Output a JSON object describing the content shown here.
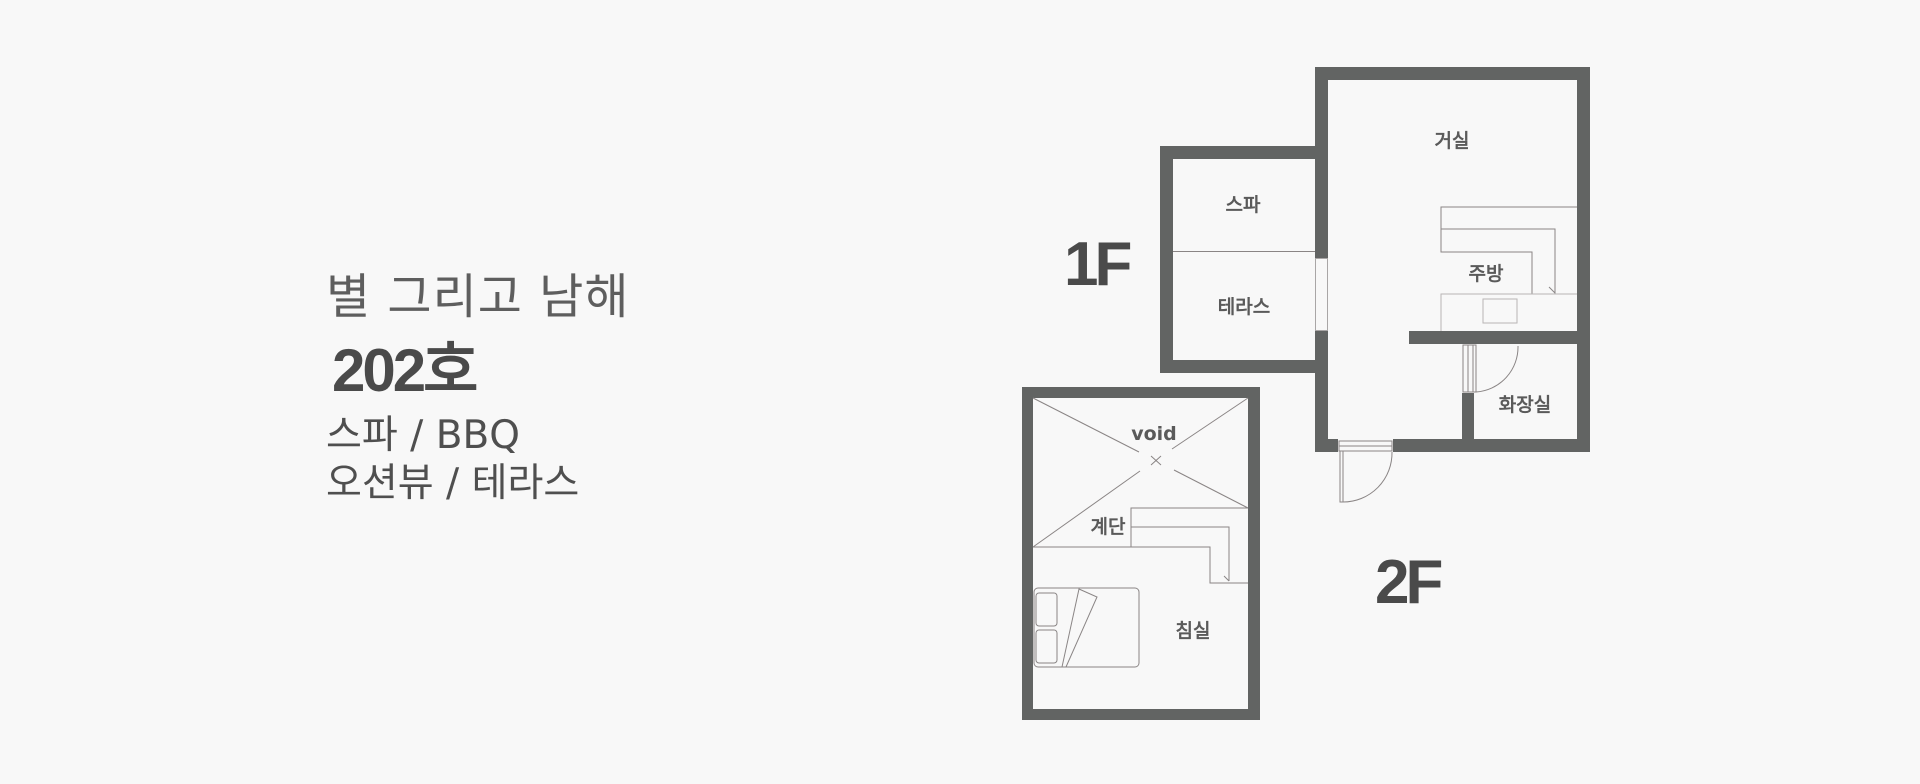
{
  "property": {
    "name": "별 그리고 남해",
    "room_number": "202호",
    "features": [
      "스파 / BBQ",
      "오션뷰 / 테라스"
    ]
  },
  "floor_plan": {
    "colors": {
      "background": "#f8f8f8",
      "wall": "#626463",
      "text": "#555555"
    },
    "floors": [
      {
        "label": "1F",
        "rooms": [
          "거실",
          "스파",
          "테라스",
          "주방",
          "화장실"
        ]
      },
      {
        "label": "2F",
        "rooms": [
          "void",
          "계단",
          "침실"
        ]
      }
    ]
  }
}
